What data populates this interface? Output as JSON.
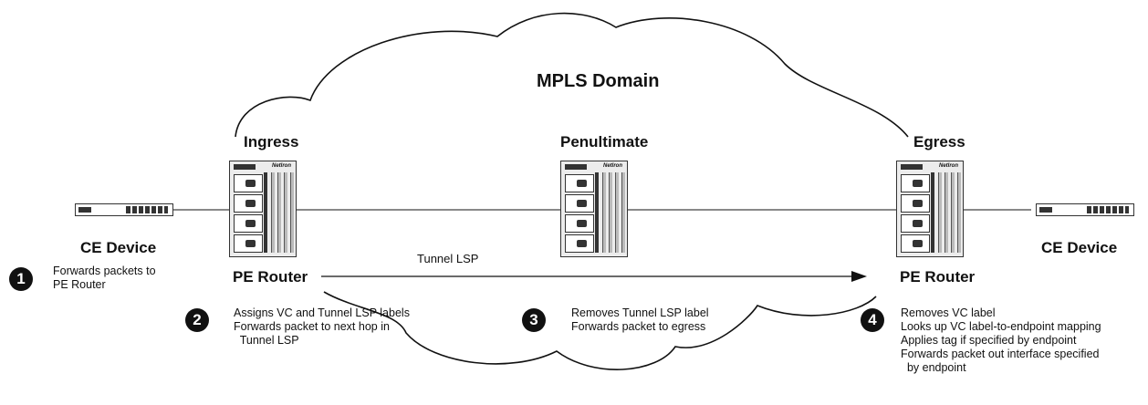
{
  "diagram": {
    "domain_title": "MPLS Domain",
    "roles": {
      "ingress": "Ingress",
      "penultimate": "Penultimate",
      "egress": "Egress"
    },
    "devices": {
      "ce_left": "CE Device",
      "ce_right": "CE Device",
      "pe_left": "PE Router",
      "pe_right": "PE Router"
    },
    "router_model": "NetIron",
    "tunnel_label": "Tunnel LSP",
    "steps": [
      {
        "number": "1",
        "text": "Forwards packets to\nPE Router"
      },
      {
        "number": "2",
        "text": "Assigns VC and Tunnel LSP labels\nForwards packet to next hop in\n  Tunnel LSP"
      },
      {
        "number": "3",
        "text": "Removes Tunnel LSP label\nForwards packet to egress"
      },
      {
        "number": "4",
        "text": "Removes VC label\nLooks up VC label-to-endpoint mapping\nApplies tag if specified by endpoint\nForwards packet out interface specified\n  by endpoint"
      }
    ]
  }
}
